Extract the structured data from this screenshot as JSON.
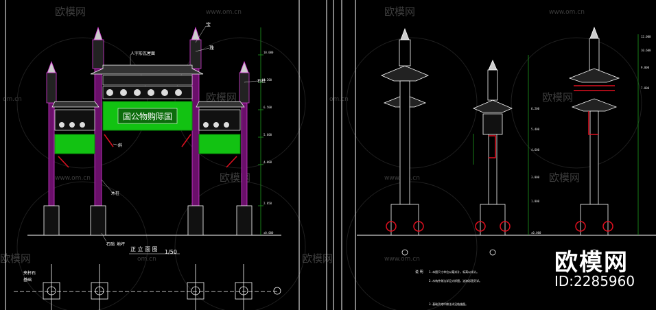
{
  "colors": {
    "background": "#000000",
    "frame": "#ffffff",
    "column": "#9b1b9b",
    "panel": "#12c212",
    "dim_line": "#1e9e1e",
    "red": "#e01020",
    "watermark": "#6f6f6f"
  },
  "watermark": {
    "brand": "欧模网",
    "url": "www.om.cn",
    "domain": "om.cn"
  },
  "left_drawing": {
    "plaque_text": "国公物购际国",
    "title": "正 立 面 图",
    "scale": "1/50",
    "callouts": {
      "top_roof": "人字形瓦屋面",
      "pearl": "宝",
      "finial": "珠",
      "stone_pillar": "石柱",
      "bracket": "斜",
      "column": "木柱",
      "base": "石础",
      "ground": "地坪",
      "plinth_a": "夹杆石",
      "plinth_b": "基础"
    },
    "elevations": [
      "±0.000",
      "2.850",
      "4.000",
      "5.600",
      "6.500",
      "8.200",
      "10.000"
    ]
  },
  "right_drawing": {
    "notes": [
      "说 明",
      "1. 本图尺寸单位以毫米计，标高以米计。",
      "2. 木构件做法详见大样图，油漆彩画另详。",
      "3. 基础及地坪做法详见结施图。"
    ],
    "elevations": [
      "±0.000",
      "1.800",
      "3.000",
      "4.600",
      "5.400",
      "6.200",
      "7.800",
      "9.000",
      "10.600",
      "12.000"
    ]
  },
  "corner_brand": {
    "name": "欧模网",
    "id": "ID:2285960"
  }
}
